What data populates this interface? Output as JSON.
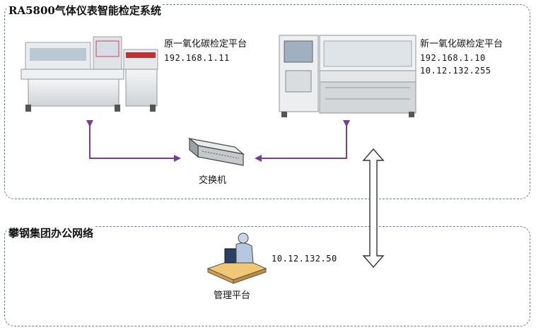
{
  "system_title": "RA5800气体仪表智能检定系统",
  "network_title": "攀钢集团办公网络",
  "old_platform": {
    "name": "原一氧化碳检定平台",
    "ip": "192.168.1.11"
  },
  "new_platform": {
    "name": "新一氧化碳检定平台",
    "ip": "192.168.1.10",
    "ip2": "10.12.132.255"
  },
  "switch": {
    "label": "交换机"
  },
  "management": {
    "label": "管理平台",
    "ip": "10.12.132.50"
  },
  "colors": {
    "link": "#7a3d97",
    "border": "#6f7f92"
  }
}
